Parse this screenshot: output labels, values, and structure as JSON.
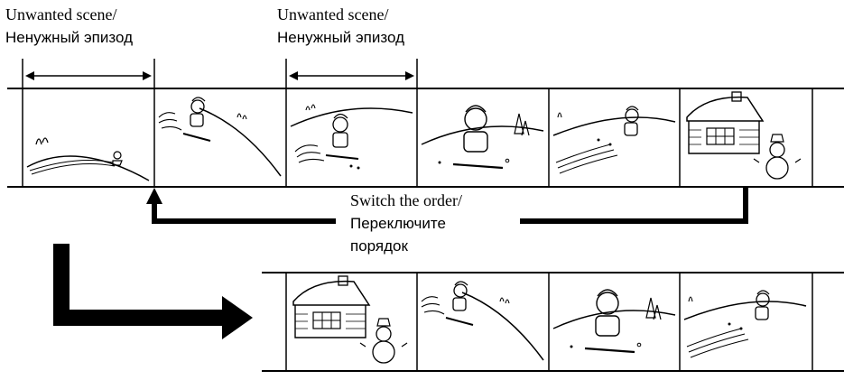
{
  "labels": {
    "unwanted_1_en": "Unwanted scene/",
    "unwanted_1_ru": "Ненужный эпизод",
    "unwanted_2_en": "Unwanted scene/",
    "unwanted_2_ru": "Ненужный эпизод",
    "switch_en": "Switch the order/",
    "switch_ru_1": "Переключите",
    "switch_ru_2": "порядок"
  },
  "top_strip": {
    "frames": [
      {
        "scene": "hill-with-small-skier"
      },
      {
        "scene": "skier-jumping-downhill"
      },
      {
        "scene": "skier-descending-slope"
      },
      {
        "scene": "skier-closeup"
      },
      {
        "scene": "skier-far-on-hill"
      },
      {
        "scene": "house-and-snowman"
      }
    ]
  },
  "bottom_strip": {
    "frames": [
      {
        "scene": "house-and-snowman"
      },
      {
        "scene": "skier-jumping-downhill"
      },
      {
        "scene": "skier-closeup"
      },
      {
        "scene": "skier-far-on-hill"
      }
    ]
  },
  "colors": {
    "ink": "#000000",
    "background": "#ffffff"
  }
}
